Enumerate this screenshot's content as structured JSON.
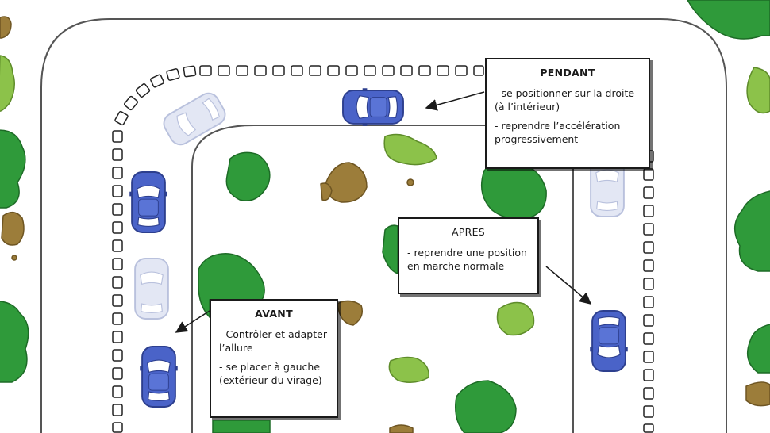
{
  "callouts": {
    "pendant": {
      "title": "PENDANT",
      "lines": [
        "-  se positionner sur la droite (à l’intérieur)",
        "- reprendre l’accélération progressivement"
      ]
    },
    "apres": {
      "title": "APRES",
      "lines": [
        "- reprendre une position en marche normale"
      ]
    },
    "avant": {
      "title": "AVANT",
      "lines": [
        "- Contrôler et adapter l’allure",
        "- se placer à gauche (extérieur du virage)"
      ]
    }
  },
  "colors": {
    "car_blue": "#4a63c8",
    "car_ghost": "#dfe4f3",
    "tree_green": "#2f9a3a",
    "bush_light": "#8cc24a",
    "rock_brown": "#9c7d3a",
    "road_line": "#555555"
  },
  "icons": [
    "car-icon",
    "tree-icon",
    "bush-icon",
    "rock-icon",
    "arrow-icon"
  ]
}
